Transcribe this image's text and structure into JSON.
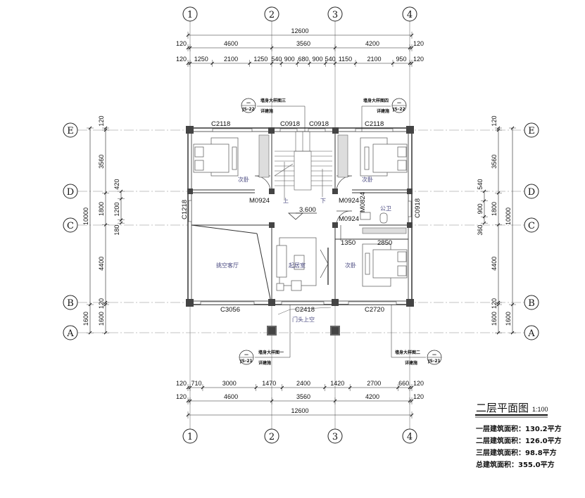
{
  "axes": {
    "columns": [
      "1",
      "2",
      "3",
      "4"
    ],
    "rows": [
      "A",
      "B",
      "C",
      "D",
      "E"
    ]
  },
  "dimensions": {
    "top_total": [
      12600
    ],
    "top_axes": [
      120,
      4600,
      3560,
      4200,
      120
    ],
    "top_detail": [
      120,
      1250,
      2100,
      1250,
      540,
      900,
      680,
      900,
      540,
      1150,
      2100,
      950,
      120
    ],
    "bottom_detail": [
      120,
      710,
      3000,
      1470,
      2400,
      1420,
      2700,
      660,
      120
    ],
    "bottom_axes": [
      120,
      4600,
      3560,
      4200,
      120
    ],
    "bottom_total": [
      12600
    ],
    "left_outer": [
      10000,
      1600
    ],
    "left_axes": [
      120,
      3560,
      1800,
      4400,
      120,
      1600
    ],
    "left_detail": [
      420,
      1200,
      180
    ],
    "right_detail": [
      540,
      900,
      360
    ],
    "right_axes": [
      120,
      3560,
      1800,
      4400,
      120,
      1600
    ],
    "right_outer": [
      10000,
      1600
    ]
  },
  "windows": {
    "w1": "C2118",
    "w2": "C0918",
    "w3": "C0918",
    "w4": "C2118",
    "w5": "C1218",
    "w6": "C0918",
    "w7": "C3056",
    "w8": "C2418",
    "w9": "C2720"
  },
  "doors": {
    "d1": "M0924",
    "d2": "M0924",
    "d3": "M0824",
    "d4": "M0924"
  },
  "inner_dims": {
    "a": "1350",
    "b": "2850"
  },
  "rooms": {
    "bedroom_nw": "次卧",
    "bedroom_ne": "次卧",
    "bathroom": "公卫",
    "void_living": "挑空客厅",
    "living_room": "起居室",
    "bedroom_se": "次卧",
    "stair_up": "上",
    "stair_down": "下",
    "elevation": "3.600",
    "porch_void": "门头上空"
  },
  "callouts": [
    {
      "title": "墙身大样图三",
      "sub": "详建施",
      "num": "—",
      "sheet": "JS-22"
    },
    {
      "title": "墙身大样图四",
      "sub": "详建施",
      "num": "—",
      "sheet": "JS-22"
    },
    {
      "title": "墙身大样图一",
      "sub": "详建施",
      "num": "—",
      "sheet": "JS-21"
    },
    {
      "title": "墙身大样图二",
      "sub": "详建施",
      "num": "—",
      "sheet": "JS-21"
    }
  ],
  "title_block": {
    "title": "二层平面图",
    "scale": "1:100",
    "areas": [
      "一层建筑面积：130.2平方",
      "二层建筑面积：126.0平方",
      "三层建筑面积：98.8平方",
      "总建筑面积：355.0平方"
    ]
  }
}
